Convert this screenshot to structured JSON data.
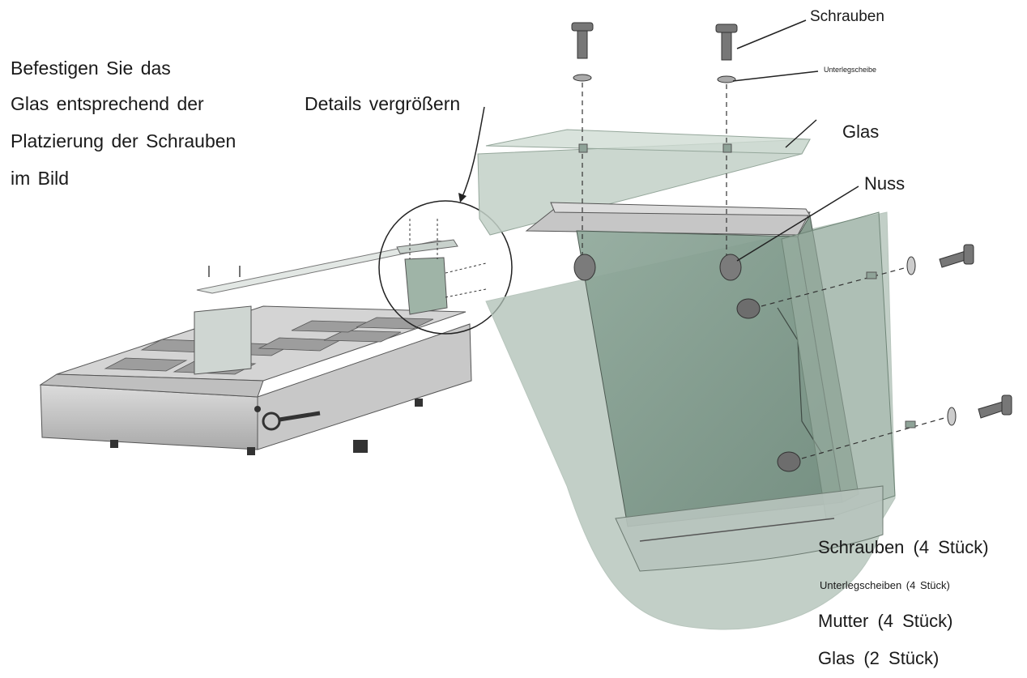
{
  "instruction": {
    "lines": [
      "Befestigen Sie das",
      "Glas entsprechend der",
      "Platzierung der Schrauben",
      "im Bild"
    ]
  },
  "callouts": {
    "details": "Details vergrößern",
    "screws": "Schrauben",
    "washer": "Unterlegscheibe",
    "glass": "Glas",
    "nut": "Nuss"
  },
  "parts_list": [
    "Schrauben (4 Stück)",
    "Unterlegscheiben (4 Stück)",
    "Mutter (4 Stück)",
    "Glas (2 Stück)"
  ]
}
